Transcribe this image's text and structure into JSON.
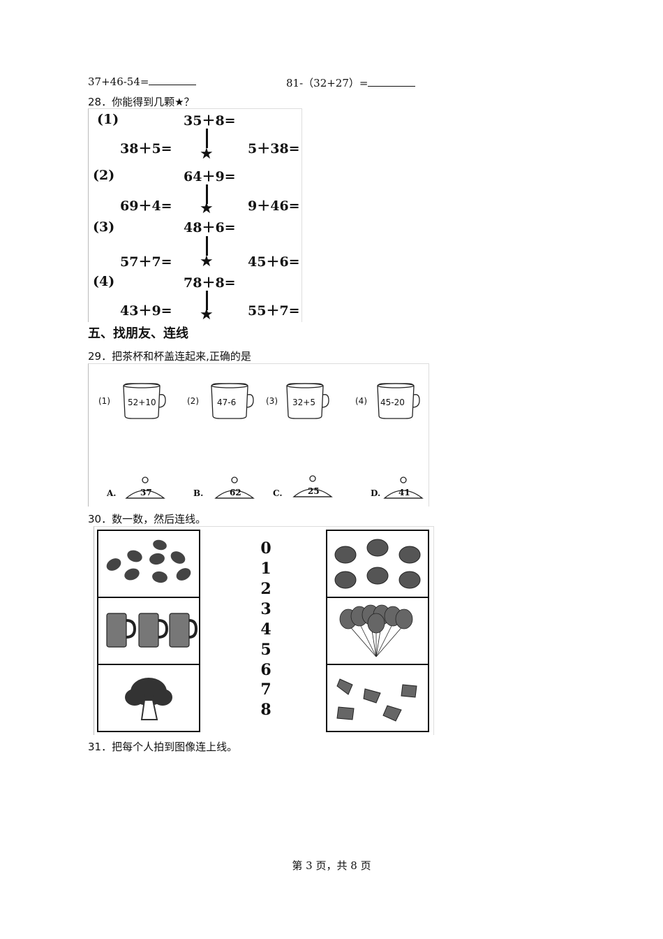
{
  "q27": {
    "left_expr": "37+46-54=",
    "right_expr": "81-（32+27）="
  },
  "q28": {
    "title": "28．你能得到几颗★？",
    "groups": [
      {
        "label": "(1)",
        "top": "35＋8=",
        "left": "38＋5=",
        "right": "5＋38="
      },
      {
        "label": "(2)",
        "top": "64＋9=",
        "left": "69＋4=",
        "right": "9＋46="
      },
      {
        "label": "(3)",
        "top": "48＋6=",
        "left": "57＋7=",
        "right": "45＋6="
      },
      {
        "label": "(4)",
        "top": "78＋8=",
        "left": "43＋9=",
        "right": "55＋7="
      }
    ],
    "star_icon": "star-icon"
  },
  "section5": {
    "title": "五、找朋友、连线"
  },
  "q29": {
    "title": "29．把茶杯和杯盖连起来,正确的是",
    "cups": [
      {
        "label": "(1)",
        "expr": "52+10"
      },
      {
        "label": "(2)",
        "expr": "47-6"
      },
      {
        "label": "(3)",
        "expr": "32+5"
      },
      {
        "label": "(4)",
        "expr": "45-20"
      }
    ],
    "lids": [
      {
        "label": "A.",
        "value": "37"
      },
      {
        "label": "B.",
        "value": "62"
      },
      {
        "label": "C.",
        "value": "25"
      },
      {
        "label": "D.",
        "value": "41"
      }
    ]
  },
  "q30": {
    "title": "30．数一数，然后连线。",
    "numbers": [
      "0",
      "1",
      "2",
      "3",
      "4",
      "5",
      "6",
      "7",
      "8"
    ],
    "left_cells": [
      {
        "icon": "leaves-icon",
        "count": 8
      },
      {
        "icon": "mug-icon",
        "count": 3
      },
      {
        "icon": "tree-icon",
        "count": 1
      }
    ],
    "right_cells": [
      {
        "icon": "tomato-icon",
        "count": 6
      },
      {
        "icon": "balloon-icon",
        "count": 7
      },
      {
        "icon": "shuttlecock-icon",
        "count": 5
      }
    ]
  },
  "q31": {
    "title": "31．把每个人拍到图像连上线。"
  },
  "footer": {
    "text": "第 3 页，共 8 页"
  }
}
